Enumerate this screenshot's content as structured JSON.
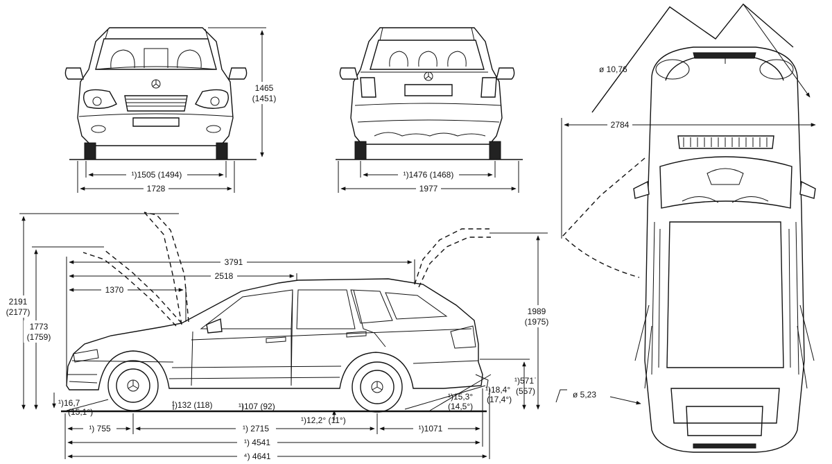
{
  "front_view": {
    "height": "1465",
    "height_alt": "(1451)",
    "track": "¹)1505 (1494)",
    "width": "1728"
  },
  "rear_view": {
    "track": "¹)1476 (1468)",
    "width_mirrors": "1977"
  },
  "side_view": {
    "height_open_front": "2191",
    "height_open_front_alt": "(2177)",
    "height_hood_open": "1773",
    "height_hood_open_alt": "(1759)",
    "length_3791": "3791",
    "length_2518": "2518",
    "length_1370": "1370",
    "height_tailgate_open": "1989",
    "height_tailgate_open_alt": "(1975)",
    "load_sill": "¹)571ˈ",
    "load_sill_alt": "(557)",
    "approach_angle": "¹)16,7",
    "approach_angle_alt": "(15,1°)",
    "clearance_front": "¹)132 (118)",
    "clearance_mid": "¹)107 (92)",
    "ramp_angle": "¹)12,2° (11°)",
    "departure_angle": "¹)15,3°",
    "departure_angle_alt": "(14,5°)",
    "departure_angle2": "¹)18,4°",
    "departure_angle2_alt": "(17,4°)",
    "front_overhang": "¹) 755",
    "wheelbase": "¹) 2715",
    "rear_overhang": "¹)1071",
    "length": "¹) 4541",
    "length_alt": "⁴) 4641"
  },
  "top_view": {
    "turning_circle": "ø 10,76",
    "width_doors_open": "2784",
    "wall_turning": "ø 5,23"
  }
}
